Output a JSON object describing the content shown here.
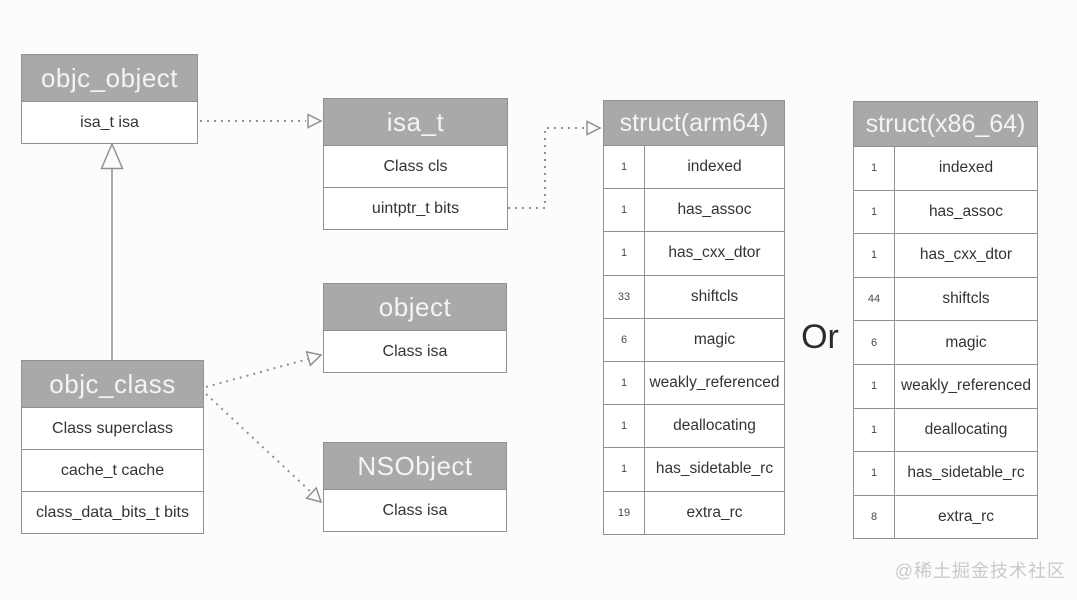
{
  "colors": {
    "header_bg": "#a9a9a9",
    "header_text": "#f4f4f4",
    "border": "#919191",
    "row_text": "#333333",
    "bits_text": "#4a4a4a",
    "arrow": "#909090",
    "bg": "#fcfcfc",
    "or_text": "#2b2b2b",
    "watermark": "#c9c9c9"
  },
  "boxes": {
    "objc_object": {
      "title": "objc_object",
      "rows": [
        "isa_t isa"
      ]
    },
    "isa_t": {
      "title": "isa_t",
      "rows": [
        "Class cls",
        "uintptr_t bits"
      ]
    },
    "object": {
      "title": "object",
      "rows": [
        "Class isa"
      ]
    },
    "nsobject": {
      "title": "NSObject",
      "rows": [
        "Class isa"
      ]
    },
    "objc_class": {
      "title": "objc_class",
      "rows": [
        "Class superclass",
        "cache_t cache",
        "class_data_bits_t bits"
      ]
    }
  },
  "tables": {
    "arm64": {
      "title": "struct(arm64)",
      "rows": [
        {
          "bits": "1",
          "field": "indexed"
        },
        {
          "bits": "1",
          "field": "has_assoc"
        },
        {
          "bits": "1",
          "field": "has_cxx_dtor"
        },
        {
          "bits": "33",
          "field": "shiftcls"
        },
        {
          "bits": "6",
          "field": "magic"
        },
        {
          "bits": "1",
          "field": "weakly_referenced"
        },
        {
          "bits": "1",
          "field": "deallocating"
        },
        {
          "bits": "1",
          "field": "has_sidetable_rc"
        },
        {
          "bits": "19",
          "field": "extra_rc"
        }
      ]
    },
    "x86_64": {
      "title": "struct(x86_64)",
      "rows": [
        {
          "bits": "1",
          "field": "indexed"
        },
        {
          "bits": "1",
          "field": "has_assoc"
        },
        {
          "bits": "1",
          "field": "has_cxx_dtor"
        },
        {
          "bits": "44",
          "field": "shiftcls"
        },
        {
          "bits": "6",
          "field": "magic"
        },
        {
          "bits": "1",
          "field": "weakly_referenced"
        },
        {
          "bits": "1",
          "field": "deallocating"
        },
        {
          "bits": "1",
          "field": "has_sidetable_rc"
        },
        {
          "bits": "8",
          "field": "extra_rc"
        }
      ]
    }
  },
  "labels": {
    "or": "Or",
    "watermark": "@稀土掘金技术社区"
  }
}
